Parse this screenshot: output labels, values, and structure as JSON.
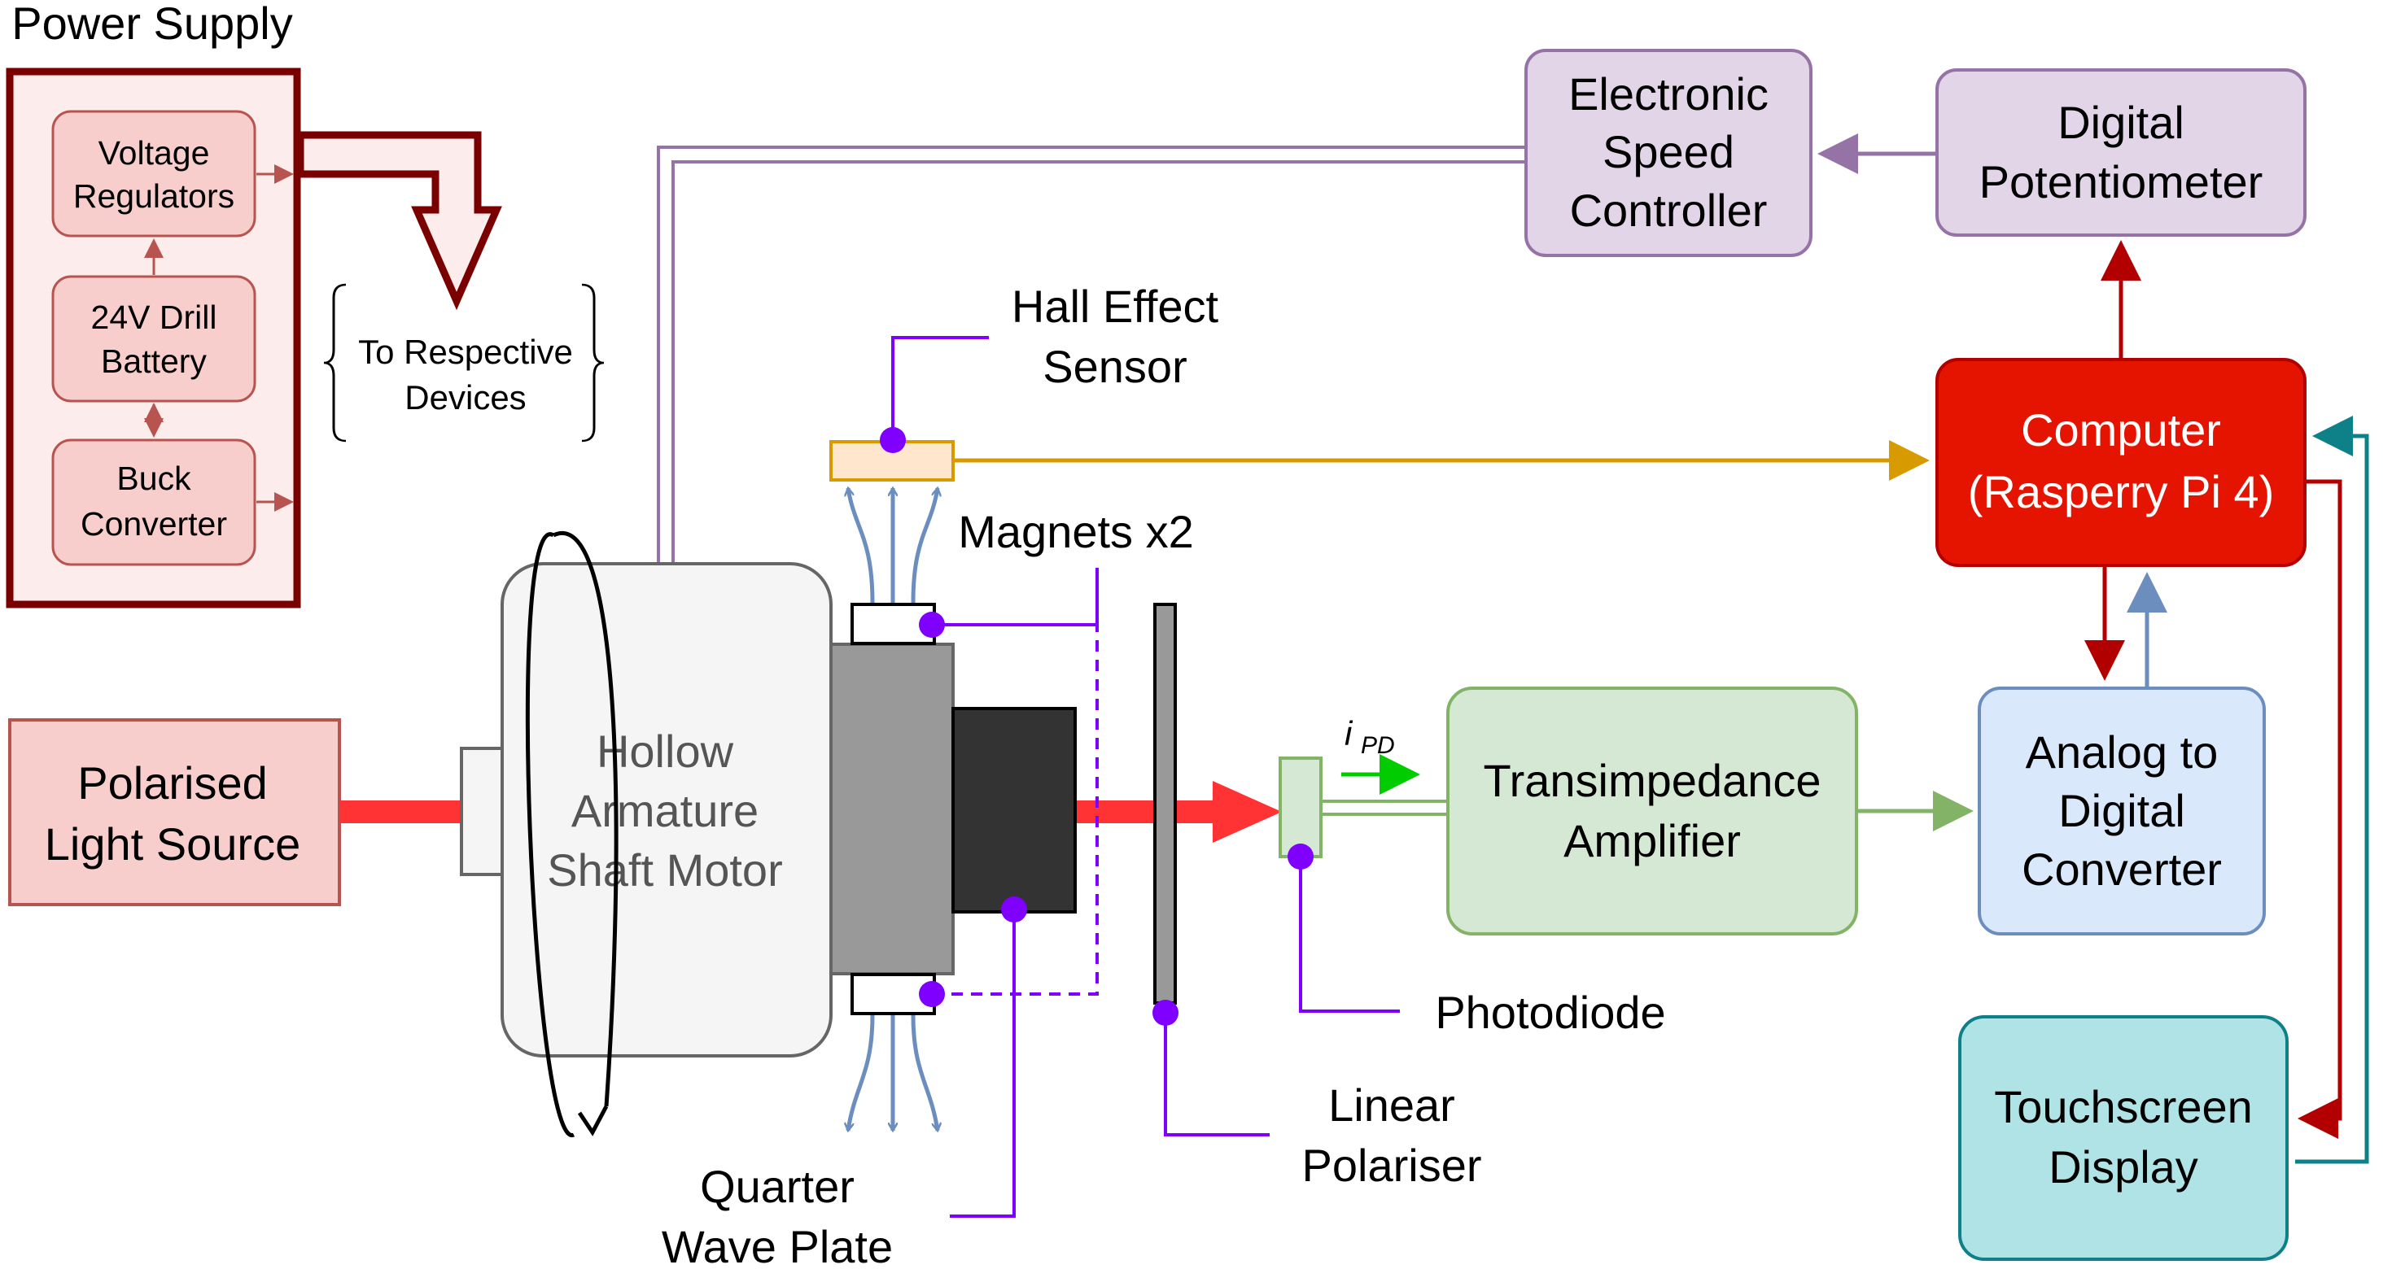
{
  "power_supply": {
    "title": "Power Supply",
    "voltage_regulators": [
      "Voltage",
      "Regulators"
    ],
    "drill_battery": [
      "24V Drill",
      "Battery"
    ],
    "buck_converter": [
      "Buck",
      "Converter"
    ],
    "to_devices": [
      "To Respective",
      "Devices"
    ]
  },
  "blocks": {
    "esc": [
      "Electronic",
      "Speed",
      "Controller"
    ],
    "digipot": [
      "Digital",
      "Potentiometer"
    ],
    "computer": [
      "Computer",
      "(Rasperry Pi 4)"
    ],
    "adc": [
      "Analog to",
      "Digital",
      "Converter"
    ],
    "tia": [
      "Transimpedance",
      "Amplifier"
    ],
    "touchscreen": [
      "Touchscreen",
      "Display"
    ],
    "light_source": [
      "Polarised",
      "Light Source"
    ],
    "motor": [
      "Hollow",
      "Armature",
      "Shaft Motor"
    ]
  },
  "labels": {
    "hall_sensor": [
      "Hall Effect",
      "Sensor"
    ],
    "magnets": "Magnets x2",
    "quarter_wave": [
      "Quarter",
      "Wave Plate"
    ],
    "linear_polariser": [
      "Linear",
      "Polariser"
    ],
    "photodiode": "Photodiode",
    "current_symbol": "i",
    "current_subscript": "PD"
  },
  "colors": {
    "power_border": "#7a0000",
    "power_fill": "#fdecec",
    "sub_fill": "#f8cecc",
    "sub_stroke": "#b85450",
    "purple_fill": "#e1d5e7",
    "purple_stroke": "#9673a6",
    "computer_fill": "#e51400",
    "computer_stroke": "#b20000",
    "adc_fill": "#dae8fc",
    "adc_stroke": "#6c8ebf",
    "tia_fill": "#d5e8d4",
    "tia_stroke": "#82b366",
    "touch_fill": "#b0e3e6",
    "touch_stroke": "#0e8088",
    "hall_line": "#d79b00",
    "marker_purple": "#7f00ff",
    "beam_red": "#ff3333"
  }
}
